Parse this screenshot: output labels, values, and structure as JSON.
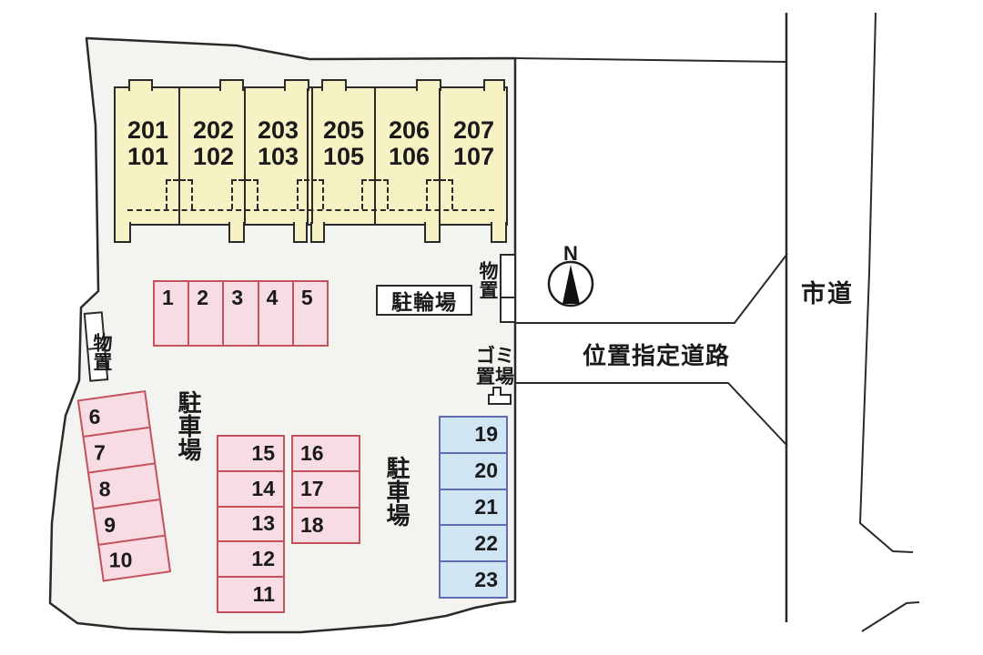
{
  "building": {
    "units": [
      {
        "line1": "201",
        "line2": "101"
      },
      {
        "line1": "202",
        "line2": "102"
      },
      {
        "line1": "203",
        "line2": "103"
      },
      {
        "line1": "205",
        "line2": "105"
      },
      {
        "line1": "206",
        "line2": "106"
      },
      {
        "line1": "207",
        "line2": "107"
      }
    ]
  },
  "parking": {
    "north_row": [
      "1",
      "2",
      "3",
      "4",
      "5"
    ],
    "west_column": [
      "6",
      "7",
      "8",
      "9",
      "10"
    ],
    "center_left_column": [
      "15",
      "14",
      "13",
      "12",
      "11"
    ],
    "center_right_column": [
      "16",
      "17",
      "18"
    ],
    "east_column": [
      "19",
      "20",
      "21",
      "22",
      "23"
    ]
  },
  "labels": {
    "bicycle_parking": "駐輪場",
    "storage": "物置",
    "garbage_line1": "ゴミ",
    "garbage_line2": "置場",
    "parking_lot": "駐車場",
    "designated_road": "位置指定道路",
    "city_road": "市道",
    "compass_north": "N"
  },
  "colors": {
    "building_fill": "#f6f2c3",
    "parking_pink_fill": "#f8dce3",
    "parking_pink_border": "#c4525c",
    "parking_blue_fill": "#cfe5f4",
    "parking_blue_border": "#5d6cb0",
    "site_fill": "#f3f3f0",
    "line": "#2a2a2a"
  }
}
